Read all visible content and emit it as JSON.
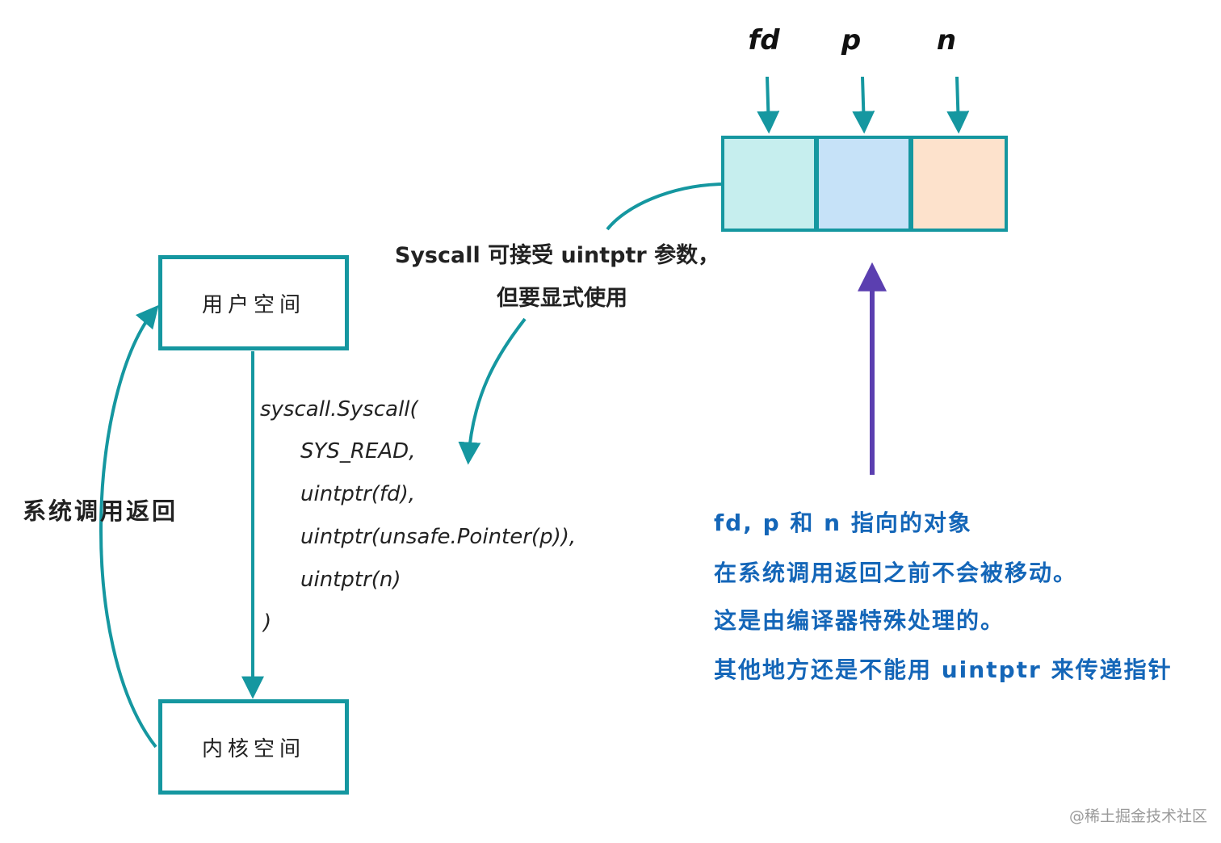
{
  "boxes": {
    "user_space": "用户空间",
    "kernel_space": "内核空间"
  },
  "side_label": "系统调用返回",
  "code_lines": [
    "syscall.Syscall(",
    "SYS_READ,",
    "uintptr(fd),",
    "uintptr(unsafe.Pointer(p)),",
    "uintptr(n)",
    ")"
  ],
  "callout": {
    "line1": "Syscall 可接受 uintptr 参数，",
    "line2": "但要显式使用"
  },
  "args": [
    {
      "label": "fd",
      "color": "#c6eeee"
    },
    {
      "label": "p",
      "color": "#c6e2f8"
    },
    {
      "label": "n",
      "color": "#fde2cc"
    }
  ],
  "notes": [
    "fd, p 和 n 指向的对象",
    "在系统调用返回之前不会被移动。",
    "这是由编译器特殊处理的。",
    "其他地方还是不能用 uintptr 来传递指针"
  ],
  "watermark": "@稀土掘金技术社区",
  "colors": {
    "teal": "#1597a0",
    "purple": "#5b3fb0",
    "note_blue": "#1466b8"
  }
}
